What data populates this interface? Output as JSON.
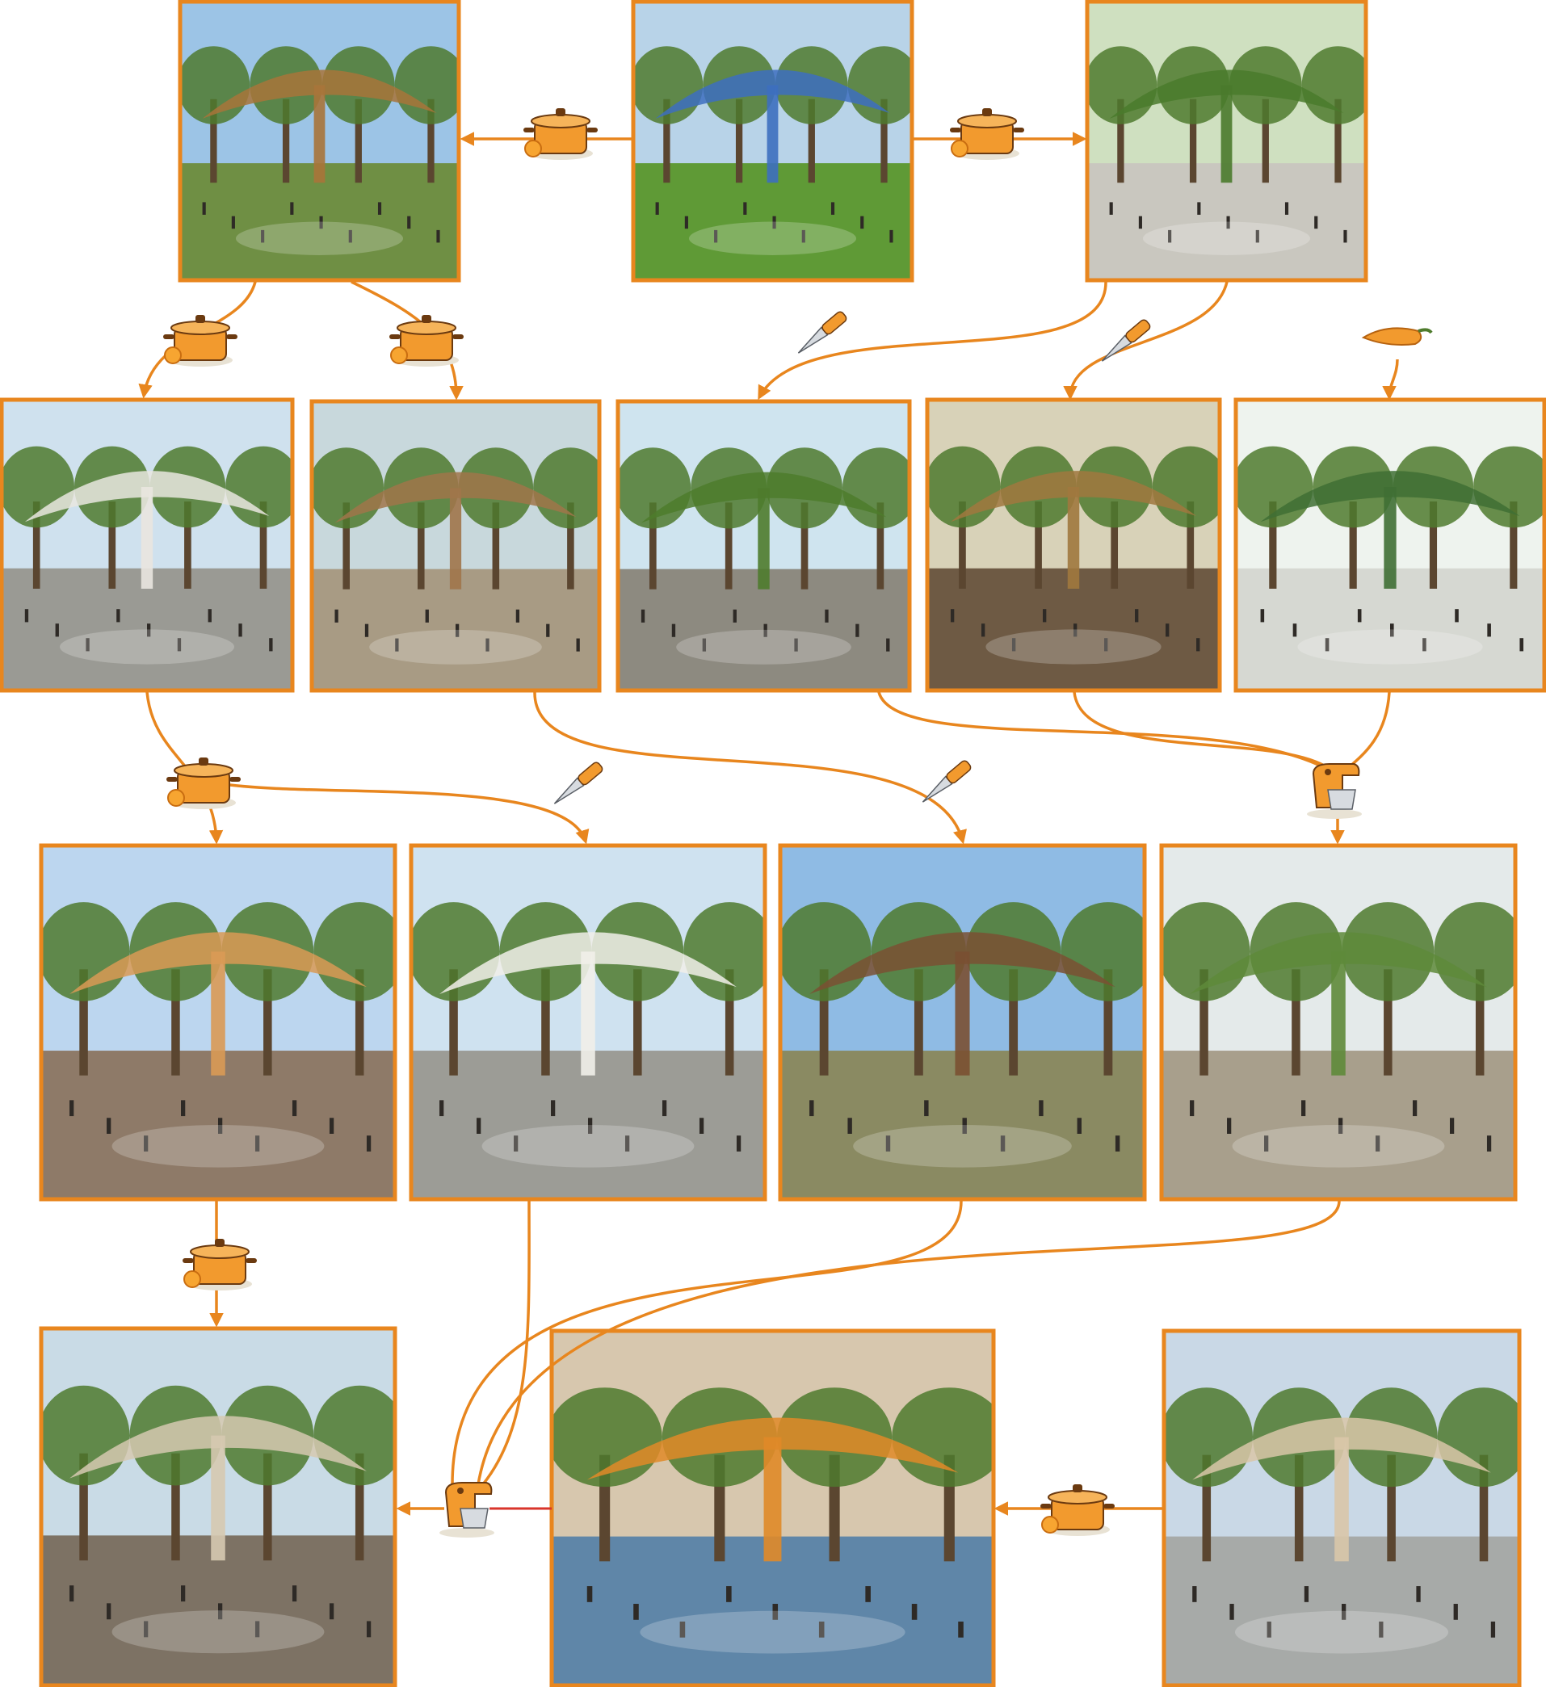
{
  "colors": {
    "frame": "#e8861e",
    "edge": "#e8861e",
    "accent_red": "#d9352b",
    "background": "#ffffff"
  },
  "icons": {
    "cooking_pot": "cooking-pot-icon",
    "knife": "knife-icon",
    "chili_pepper": "chili-pepper-icon",
    "stand_mixer": "stand-mixer-icon"
  },
  "nodes": [
    {
      "id": "n1",
      "scene": "treehouse-plaza",
      "sky": "#9cc4e6",
      "ground": "#6f8f44",
      "accent": "#a8743a"
    },
    {
      "id": "n2",
      "scene": "aerial-park",
      "sky": "#b8d3e8",
      "ground": "#5f9a36",
      "accent": "#3d6fbf"
    },
    {
      "id": "n3",
      "scene": "canopy-courtyard",
      "sky": "#cfe0c0",
      "ground": "#c9c7bf",
      "accent": "#4a7a2c"
    },
    {
      "id": "n4",
      "scene": "white-canopy-plaza",
      "sky": "#cfe1ee",
      "ground": "#9a9a94",
      "accent": "#e9e6df"
    },
    {
      "id": "n5",
      "scene": "tree-column-pavilion",
      "sky": "#c8d8dc",
      "ground": "#a89b84",
      "accent": "#a0764a"
    },
    {
      "id": "n6",
      "scene": "green-canopy-campus",
      "sky": "#cfe4ef",
      "ground": "#8d8a80",
      "accent": "#4e7b2c"
    },
    {
      "id": "n7",
      "scene": "cafe-terrace",
      "sky": "#d8d2b8",
      "ground": "#6e5a44",
      "accent": "#a0783e"
    },
    {
      "id": "n8",
      "scene": "mushroom-tree-forest",
      "sky": "#eef3ee",
      "ground": "#d6d8d2",
      "accent": "#3f6f34"
    },
    {
      "id": "n9",
      "scene": "sail-canopy",
      "sky": "#bcd6ef",
      "ground": "#8e7a68",
      "accent": "#d99a55"
    },
    {
      "id": "n10",
      "scene": "fabric-canopy-trees",
      "sky": "#cfe2f0",
      "ground": "#9c9c96",
      "accent": "#f1efe9"
    },
    {
      "id": "n11",
      "scene": "organic-roof-pavilion",
      "sky": "#8fbbe4",
      "ground": "#8a8a62",
      "accent": "#7a5032"
    },
    {
      "id": "n12",
      "scene": "column-canopy-plaza",
      "sky": "#e4eaea",
      "ground": "#a89f8c",
      "accent": "#5e8a3a"
    },
    {
      "id": "n13",
      "scene": "umbrella-canopy-market",
      "sky": "#c9dbe6",
      "ground": "#7d7264",
      "accent": "#d6c9b0"
    },
    {
      "id": "n14",
      "scene": "glass-building-mural",
      "sky": "#d7c7ae",
      "ground": "#5f86a8",
      "accent": "#e08a28"
    },
    {
      "id": "n15",
      "scene": "open-square-dusk",
      "sky": "#c9d8e6",
      "ground": "#a7aaa8",
      "accent": "#d9c7a8"
    }
  ]
}
